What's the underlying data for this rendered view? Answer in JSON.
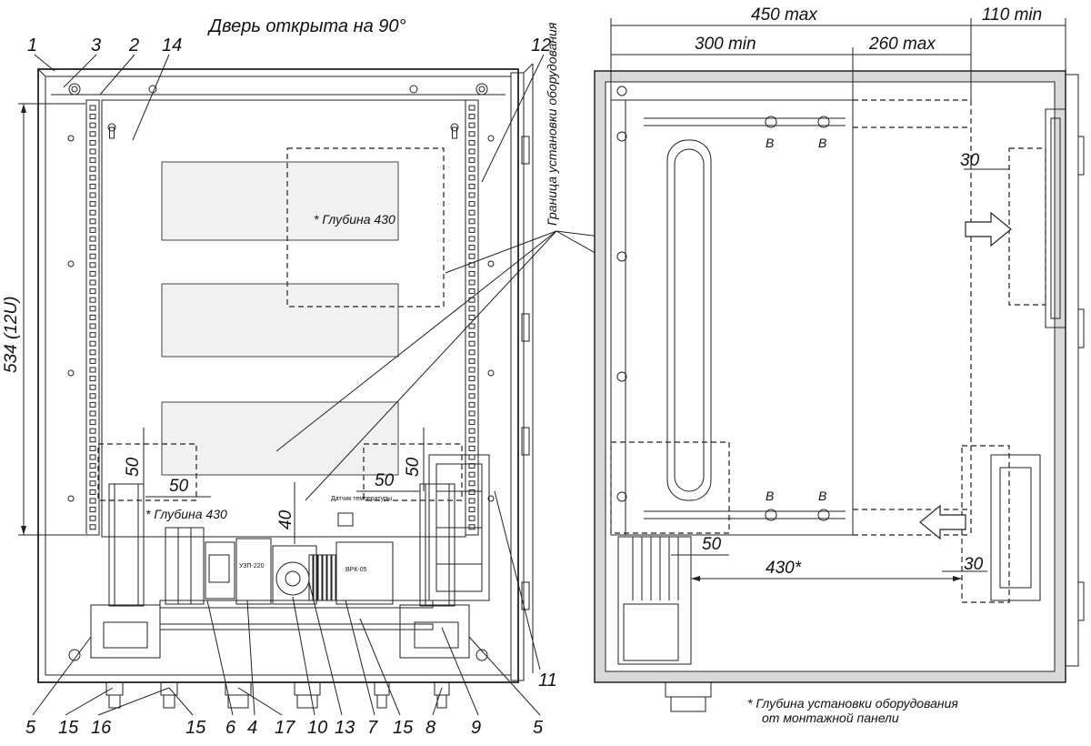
{
  "drawing": {
    "door_note": "Дверь открыта на 90°",
    "height_dim": "534 (12U)",
    "boundary_label": "Граница установки оборудования",
    "depth_note_1": "* Глубина 430",
    "depth_note_2": "* Глубина 430",
    "sensor_label": "Датчик температуры",
    "bottom_note_line1": "* Глубина установки оборудования",
    "bottom_note_line2": "от монтажной панели",
    "device_labels": [
      "УЗП-220",
      "ВРК-05"
    ]
  },
  "dimensions": {
    "d450": "450 max",
    "d110": "110 min",
    "d300": "300 min",
    "d260": "260 max",
    "d30_top": "30",
    "d30_bottom": "30",
    "d50_right": "50",
    "d430": "430*",
    "d50_v_left": "50",
    "d50_h_left": "50",
    "d50_h_mid": "50",
    "d50_v_mid": "50",
    "d40": "40"
  },
  "callouts": {
    "top": [
      "1",
      "3",
      "2",
      "14",
      "12"
    ],
    "right": [
      "11"
    ],
    "bottom": [
      "5",
      "15",
      "16",
      "15",
      "6",
      "4",
      "17",
      "10",
      "13",
      "7",
      "15",
      "8",
      "9",
      "5"
    ],
    "b_marks": [
      "B",
      "B",
      "B",
      "B"
    ]
  }
}
